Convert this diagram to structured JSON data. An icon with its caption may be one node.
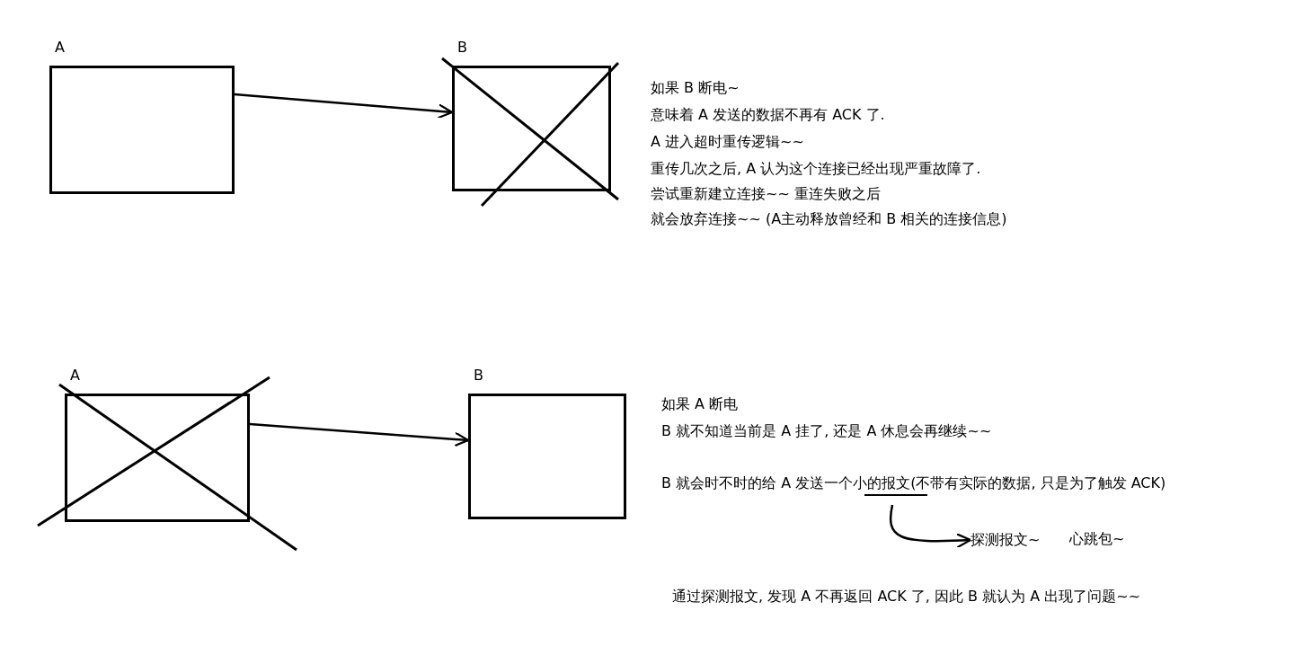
{
  "diagram": {
    "nodes": [
      {
        "text": [
          "A"
        ]
      },
      {
        "text": [
          "B"
        ]
      },
      {
        "text": [
          "A"
        ]
      },
      {
        "text": [
          "B"
        ]
      },
      {
        "text": [
          "探测报文~"
        ]
      }
    ],
    "edges": [
      {
        "from": 0,
        "to": 1,
        "arrow": "to"
      },
      {
        "from": 2,
        "to": 3,
        "arrow": "to"
      },
      {
        "from": null,
        "to": 4,
        "arrow": "to"
      }
    ],
    "labels": [
      "如果 B 断电~",
      "意味着 A 发送的数据不再有 ACK 了.",
      "A 进入超时重传逻辑~~",
      "重传几次之后, A 认为这个连接已经出现严重故障了.",
      "尝试重新建立连接~~ 重连失败之后",
      "就会放弃连接~~ (A主动释放曾经和 B 相关的连接信息)",
      "如果 A 断电",
      "B 就不知道当前是 A 挂了, 还是 A 休息会再继续~~",
      "B 就会时不时的给 A 发送一个小的报文(不带有实际的数据, 只是为了触发 ACK)",
      "心跳包~",
      "通过探测报文, 发现 A 不再返回 ACK 了, 因此 B 就认为 A 出现了问题~~"
    ]
  }
}
